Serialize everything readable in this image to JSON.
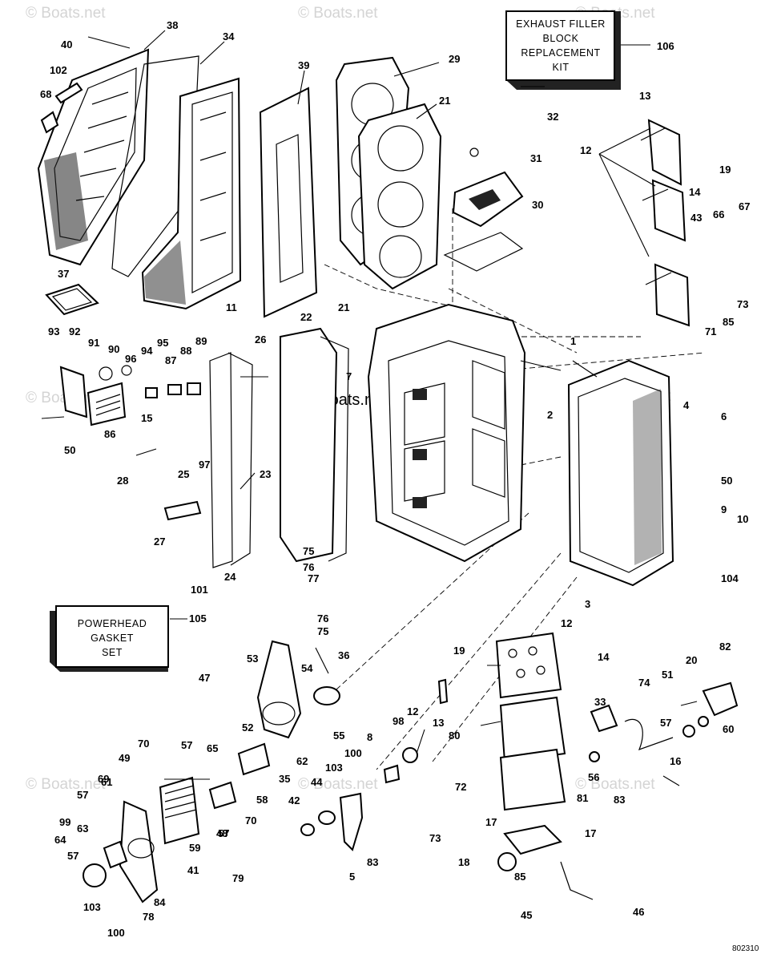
{
  "watermark": "© Boats.net",
  "doc_id": "802310",
  "kits": {
    "exhaust": [
      "EXHAUST FILLER",
      "BLOCK",
      "REPLACEMENT",
      "KIT"
    ],
    "exhaust_ref": "106",
    "gasket": [
      "POWERHEAD",
      "GASKET",
      "SET"
    ],
    "gasket_ref": "105"
  },
  "callouts": [
    "40",
    "38",
    "34",
    "39",
    "29",
    "21",
    "32",
    "31",
    "30",
    "13",
    "12",
    "19",
    "14",
    "43",
    "66",
    "67",
    "73",
    "85",
    "71",
    "102",
    "68",
    "37",
    "11",
    "22",
    "21",
    "7",
    "1",
    "6",
    "4",
    "2",
    "50",
    "9",
    "10",
    "104",
    "3",
    "93",
    "92",
    "91",
    "90",
    "96",
    "94",
    "95",
    "87",
    "88",
    "89",
    "86",
    "15",
    "50",
    "28",
    "25",
    "97",
    "26",
    "23",
    "27",
    "24",
    "101",
    "75",
    "76",
    "77",
    "76",
    "75",
    "36",
    "53",
    "54",
    "47",
    "52",
    "55",
    "62",
    "35",
    "58",
    "57",
    "70",
    "65",
    "57",
    "70",
    "69",
    "49",
    "57",
    "61",
    "63",
    "99",
    "64",
    "57",
    "59",
    "48",
    "41",
    "103",
    "100",
    "84",
    "78",
    "79",
    "42",
    "44",
    "103",
    "100",
    "83",
    "5",
    "8",
    "98",
    "12",
    "13",
    "19",
    "12",
    "14",
    "80",
    "81",
    "72",
    "73",
    "17",
    "18",
    "85",
    "17",
    "45",
    "46",
    "33",
    "74",
    "51",
    "20",
    "82",
    "60",
    "57",
    "56",
    "83",
    "16"
  ]
}
